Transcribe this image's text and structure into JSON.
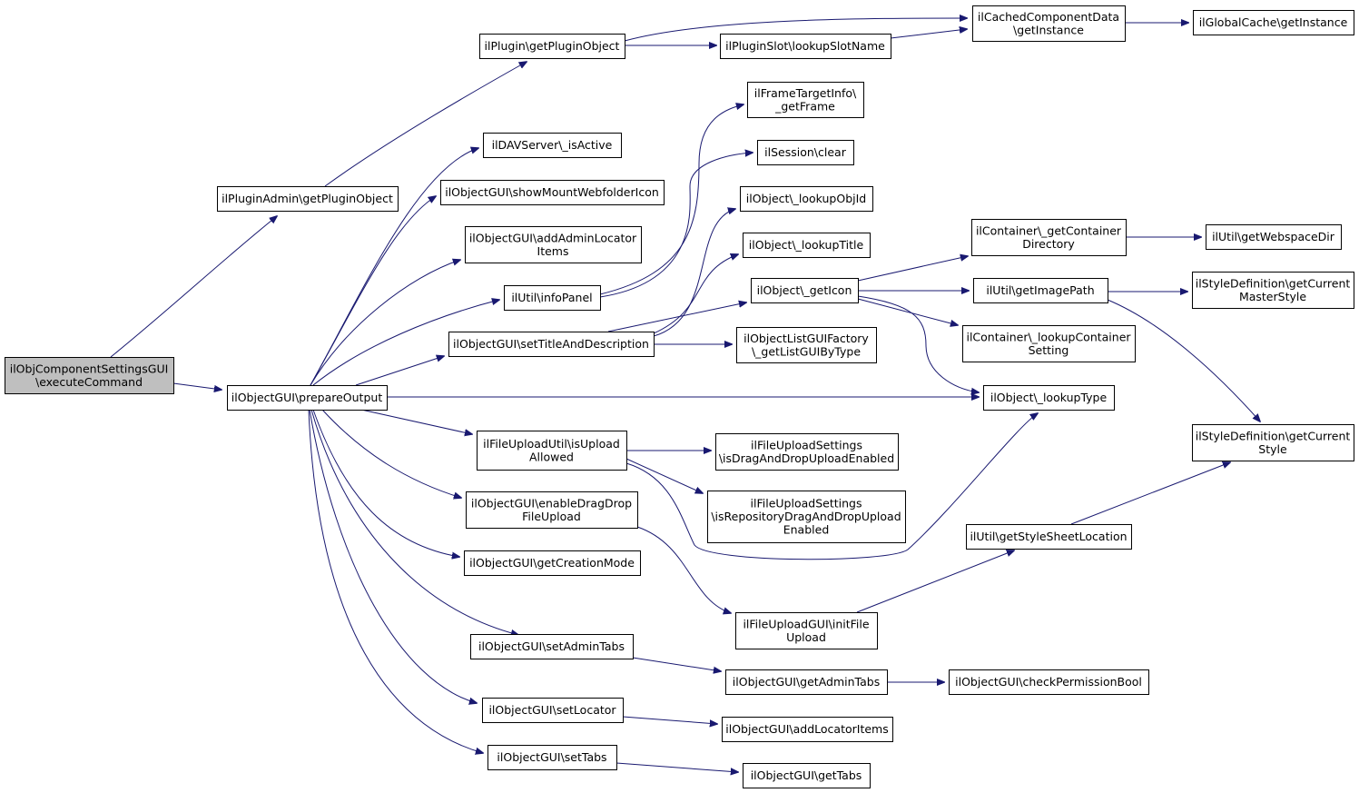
{
  "colors": {
    "edge": "#191970",
    "node_fill": "#ffffff",
    "root_fill": "#bfbfbf",
    "border": "#000000"
  },
  "nodes": [
    {
      "id": "root",
      "lines": [
        "ilObjComponentSettingsGUI",
        "\\executeCommand"
      ],
      "root": true
    },
    {
      "id": "pluginadmin",
      "lines": [
        "ilPluginAdmin\\getPluginObject"
      ]
    },
    {
      "id": "preparegui",
      "lines": [
        "ilObjectGUI\\prepareOutput"
      ]
    },
    {
      "id": "plugin",
      "lines": [
        "ilPlugin\\getPluginObject"
      ]
    },
    {
      "id": "slot",
      "lines": [
        "ilPluginSlot\\lookupSlotName"
      ]
    },
    {
      "id": "cached",
      "lines": [
        "ilCachedComponentData",
        "\\getInstance"
      ]
    },
    {
      "id": "globalcache",
      "lines": [
        "ilGlobalCache\\getInstance"
      ]
    },
    {
      "id": "dav",
      "lines": [
        "ilDAVServer\\_isActive"
      ]
    },
    {
      "id": "mount",
      "lines": [
        "ilObjectGUI\\showMountWebfolderIcon"
      ]
    },
    {
      "id": "addadmin",
      "lines": [
        "ilObjectGUI\\addAdminLocator",
        "Items"
      ]
    },
    {
      "id": "infopanel",
      "lines": [
        "ilUtil\\infoPanel"
      ]
    },
    {
      "id": "settitle",
      "lines": [
        "ilObjectGUI\\setTitleAndDescription"
      ]
    },
    {
      "id": "frame",
      "lines": [
        "ilFrameTargetInfo\\",
        "_getFrame"
      ]
    },
    {
      "id": "session",
      "lines": [
        "ilSession\\clear"
      ]
    },
    {
      "id": "objid",
      "lines": [
        "ilObject\\_lookupObjId"
      ]
    },
    {
      "id": "objtitle",
      "lines": [
        "ilObject\\_lookupTitle"
      ]
    },
    {
      "id": "geticon",
      "lines": [
        "ilObject\\_getIcon"
      ]
    },
    {
      "id": "listfactory",
      "lines": [
        "ilObjectListGUIFactory",
        "\\_getListGUIByType"
      ]
    },
    {
      "id": "contdir",
      "lines": [
        "ilContainer\\_getContainer",
        "Directory"
      ]
    },
    {
      "id": "webspace",
      "lines": [
        "ilUtil\\getWebspaceDir"
      ]
    },
    {
      "id": "imagepath",
      "lines": [
        "ilUtil\\getImagePath"
      ]
    },
    {
      "id": "masterstyle",
      "lines": [
        "ilStyleDefinition\\getCurrent",
        "MasterStyle"
      ]
    },
    {
      "id": "contsetting",
      "lines": [
        "ilContainer\\_lookupContainer",
        "Setting"
      ]
    },
    {
      "id": "lookuptype",
      "lines": [
        "ilObject\\_lookupType"
      ]
    },
    {
      "id": "curstyle",
      "lines": [
        "ilStyleDefinition\\getCurrent",
        "Style"
      ]
    },
    {
      "id": "isupload",
      "lines": [
        "ilFileUploadUtil\\isUpload",
        "Allowed"
      ]
    },
    {
      "id": "dragdropenabled",
      "lines": [
        "ilFileUploadSettings",
        "\\isDragAndDropUploadEnabled"
      ]
    },
    {
      "id": "repodragdrop",
      "lines": [
        "ilFileUploadSettings",
        "\\isRepositoryDragAndDropUpload",
        "Enabled"
      ]
    },
    {
      "id": "enabledrag",
      "lines": [
        "ilObjectGUI\\enableDragDrop",
        "FileUpload"
      ]
    },
    {
      "id": "stylesheet",
      "lines": [
        "ilUtil\\getStyleSheetLocation"
      ]
    },
    {
      "id": "creationmode",
      "lines": [
        "ilObjectGUI\\getCreationMode"
      ]
    },
    {
      "id": "initfile",
      "lines": [
        "ilFileUploadGUI\\initFile",
        "Upload"
      ]
    },
    {
      "id": "setadmintabs",
      "lines": [
        "ilObjectGUI\\setAdminTabs"
      ]
    },
    {
      "id": "getadmintabs",
      "lines": [
        "ilObjectGUI\\getAdminTabs"
      ]
    },
    {
      "id": "checkperm",
      "lines": [
        "ilObjectGUI\\checkPermissionBool"
      ]
    },
    {
      "id": "setlocator",
      "lines": [
        "ilObjectGUI\\setLocator"
      ]
    },
    {
      "id": "addlocator",
      "lines": [
        "ilObjectGUI\\addLocatorItems"
      ]
    },
    {
      "id": "settabs",
      "lines": [
        "ilObjectGUI\\setTabs"
      ]
    },
    {
      "id": "gettabs",
      "lines": [
        "ilObjectGUI\\getTabs"
      ]
    }
  ]
}
